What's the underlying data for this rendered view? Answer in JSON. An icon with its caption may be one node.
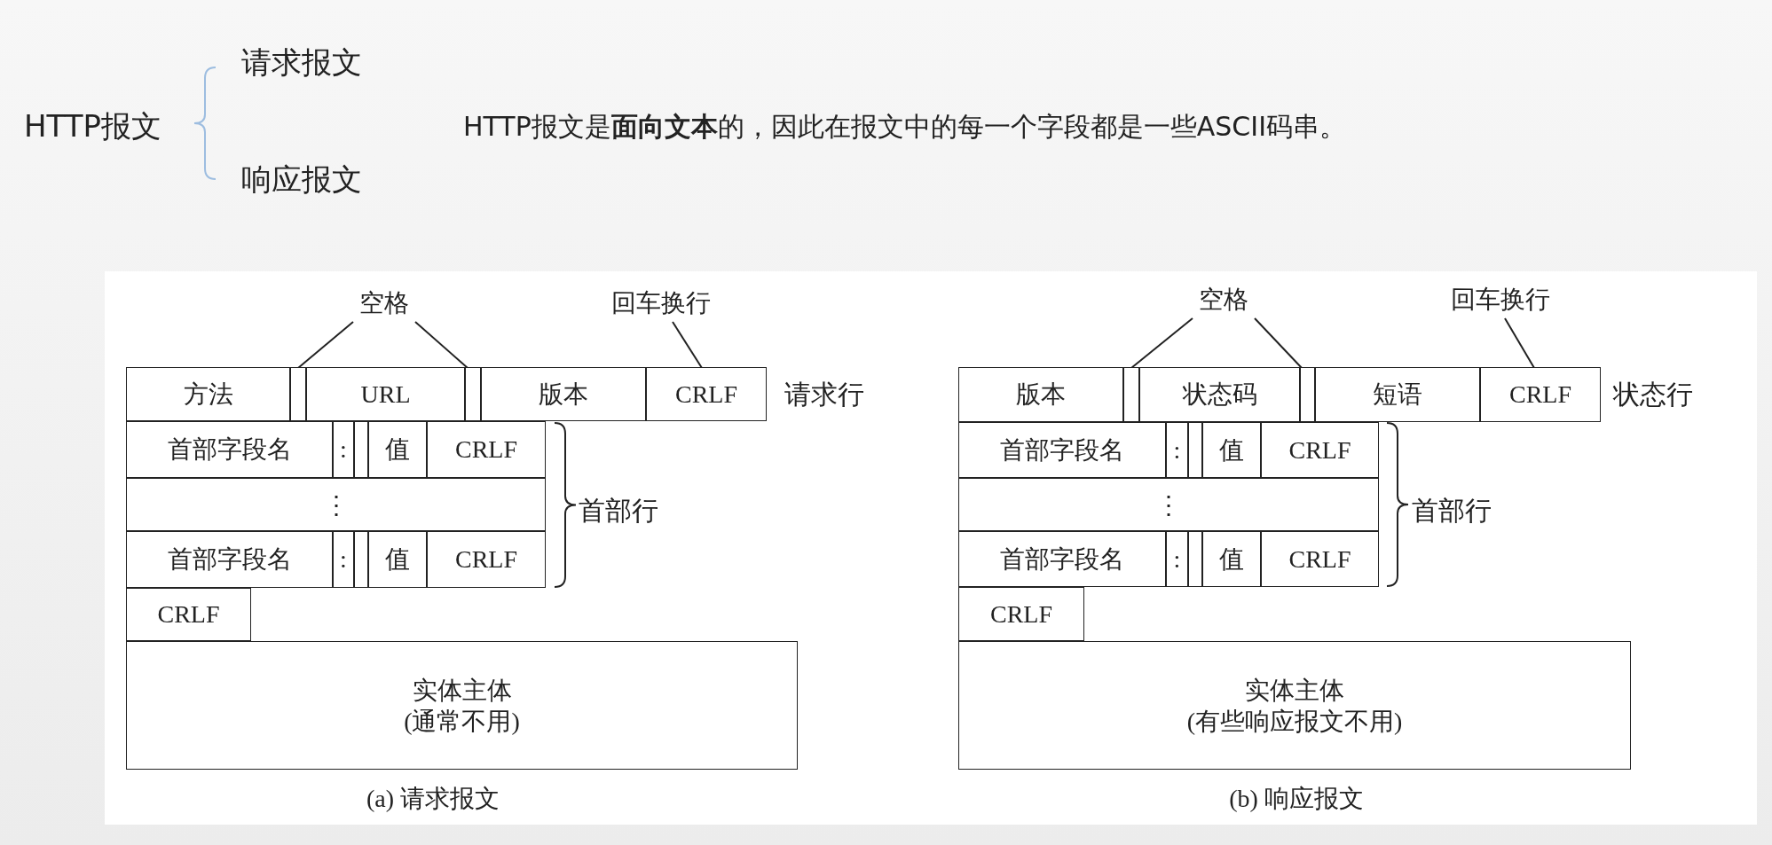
{
  "diagram": {
    "nodes": [
      {
        "text": [
          "空格"
        ]
      },
      {
        "text": [
          "回车换行"
        ]
      },
      {
        "text": [
          "方法"
        ]
      },
      {
        "text": [],
        "shape": "box"
      },
      {
        "text": [
          "URL"
        ]
      },
      {
        "text": [],
        "shape": "box"
      },
      {
        "text": [
          "版本"
        ]
      },
      {
        "text": [
          "CRLF"
        ]
      },
      {
        "text": [
          "首部字段名"
        ]
      },
      {
        "text": [
          ":"
        ]
      },
      {
        "text": [],
        "shape": "box"
      },
      {
        "text": [
          "值"
        ]
      },
      {
        "text": [
          "CRLF"
        ]
      },
      {
        "text": [
          "⋮"
        ]
      },
      {
        "text": [
          "首部字段名"
        ]
      },
      {
        "text": [
          ":"
        ]
      },
      {
        "text": [],
        "shape": "box"
      },
      {
        "text": [
          "值"
        ]
      },
      {
        "text": [
          "CRLF"
        ]
      },
      {
        "text": [
          "CRLF"
        ]
      },
      {
        "text": [
          "实体主体",
          "(通常不用)"
        ]
      },
      {
        "text": [
          "空格"
        ]
      },
      {
        "text": [
          "回车换行"
        ]
      },
      {
        "text": [
          "版本"
        ]
      },
      {
        "text": [],
        "shape": "box"
      },
      {
        "text": [
          "状态码"
        ]
      },
      {
        "text": [],
        "shape": "box"
      },
      {
        "text": [
          "短语"
        ]
      },
      {
        "text": [
          "CRLF"
        ]
      },
      {
        "text": [
          "首部字段名"
        ]
      },
      {
        "text": [
          ":"
        ]
      },
      {
        "text": [],
        "shape": "box"
      },
      {
        "text": [
          "值"
        ]
      },
      {
        "text": [
          "CRLF"
        ]
      },
      {
        "text": [
          "⋮"
        ]
      },
      {
        "text": [
          "首部字段名"
        ]
      },
      {
        "text": [
          ":"
        ]
      },
      {
        "text": [],
        "shape": "box"
      },
      {
        "text": [
          "值"
        ]
      },
      {
        "text": [
          "CRLF"
        ]
      },
      {
        "text": [
          "CRLF"
        ]
      },
      {
        "text": [
          "实体主体",
          "(有些响应报文不用)"
        ]
      }
    ],
    "edges": [
      {
        "from": 0,
        "to": 3,
        "arrow": "none"
      },
      {
        "from": 0,
        "to": 5,
        "arrow": "none"
      },
      {
        "from": 1,
        "to": 7,
        "arrow": "none"
      },
      {
        "from": 21,
        "to": 24,
        "arrow": "none"
      },
      {
        "from": 21,
        "to": 26,
        "arrow": "none"
      },
      {
        "from": 22,
        "to": 28,
        "arrow": "none"
      }
    ],
    "labels": [
      "请求报文",
      "HTTP报文",
      "HTTP报文是**面向文本**的，因此在报文中的每一个字段都是一些ASCII码串。",
      "响应报文",
      "请求行",
      "状态行",
      "首部行",
      "首部行",
      "(a) 请求报文",
      "(b) 响应报文"
    ]
  }
}
